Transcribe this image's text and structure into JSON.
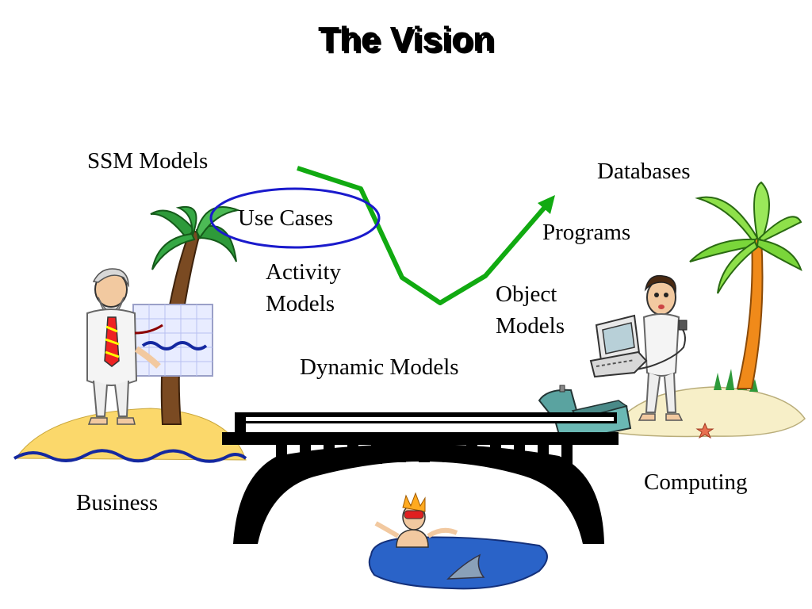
{
  "title": "The Vision",
  "labels": {
    "ssm_models": "SSM Models",
    "use_cases": "Use Cases",
    "activity_models_line1": "Activity",
    "activity_models_line2": "Models",
    "dynamic_models": "Dynamic Models",
    "object_models_line1": "Object",
    "object_models_line2": "Models",
    "programs": "Programs",
    "databases": "Databases",
    "business": "Business",
    "computing": "Computing"
  },
  "colors": {
    "path_arrow": "#11aa11",
    "use_cases_ellipse": "#1a1acc",
    "sea": "#1428a0",
    "sand": "#fbd86b",
    "bridge": "#000000"
  },
  "icons": [
    "palm-tree-left-icon",
    "palm-tree-right-icon",
    "business-man-icon",
    "chart-board-icon",
    "computer-man-icon",
    "computer-terminal-icon",
    "treasure-chest-icon",
    "swimmer-icon",
    "shark-fin-icon",
    "starfish-icon"
  ]
}
